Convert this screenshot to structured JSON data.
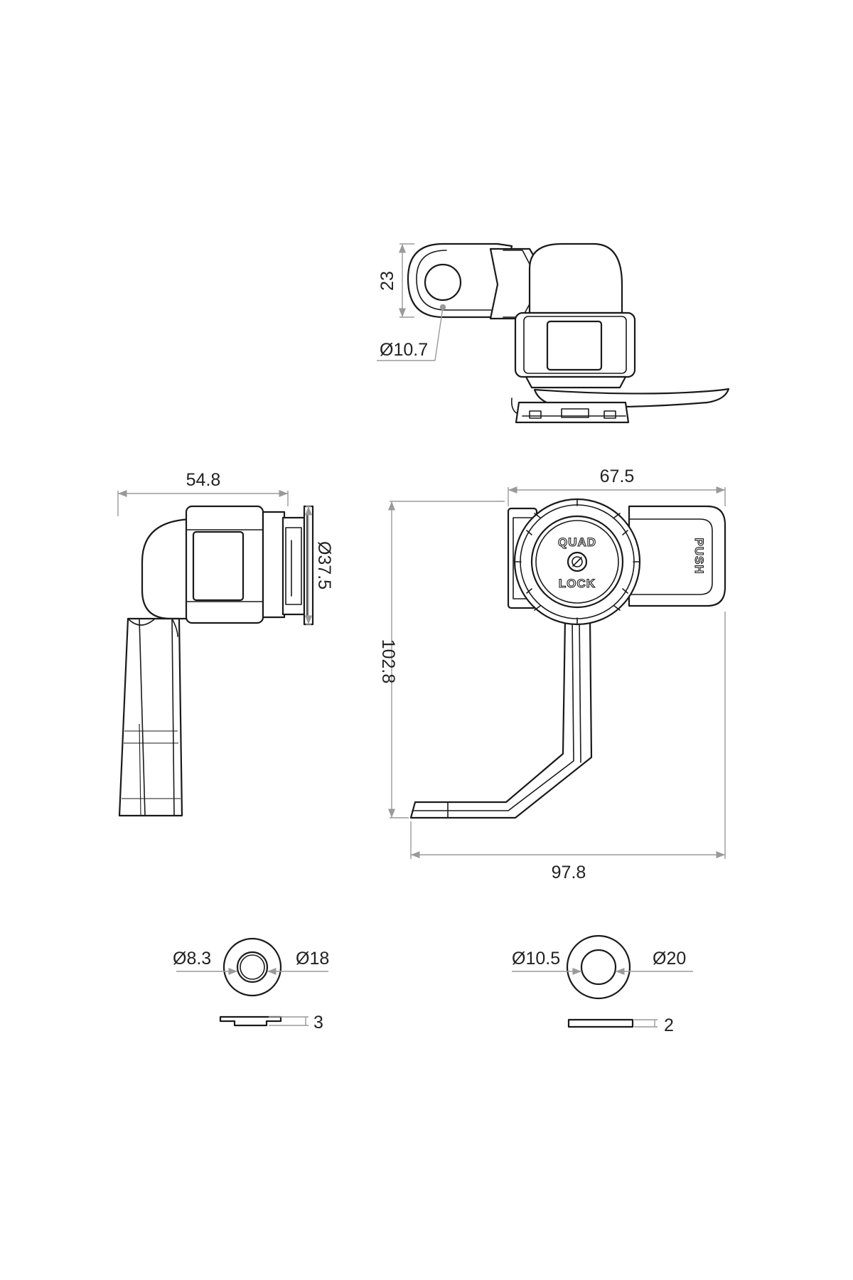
{
  "dimensions": {
    "top_height": "23",
    "top_hole_diameter": "Ø10.7",
    "side_width": "54.8",
    "side_diameter": "Ø37.5",
    "front_width": "67.5",
    "front_height": "102.8",
    "front_total_width": "97.8",
    "spacer_inner_diameter": "Ø8.3",
    "spacer_outer_diameter": "Ø18",
    "spacer_thickness": "3",
    "washer_inner_diameter": "Ø10.5",
    "washer_outer_diameter": "Ø20",
    "washer_thickness": "2"
  },
  "product_markings": {
    "logo_top": "QUAD",
    "logo_bottom": "LOCK",
    "button_label": "PUSH"
  },
  "colors": {
    "line": "#1a1a1a",
    "dimension_line": "#9a9a9a",
    "text": "#222222",
    "background": "#ffffff"
  }
}
